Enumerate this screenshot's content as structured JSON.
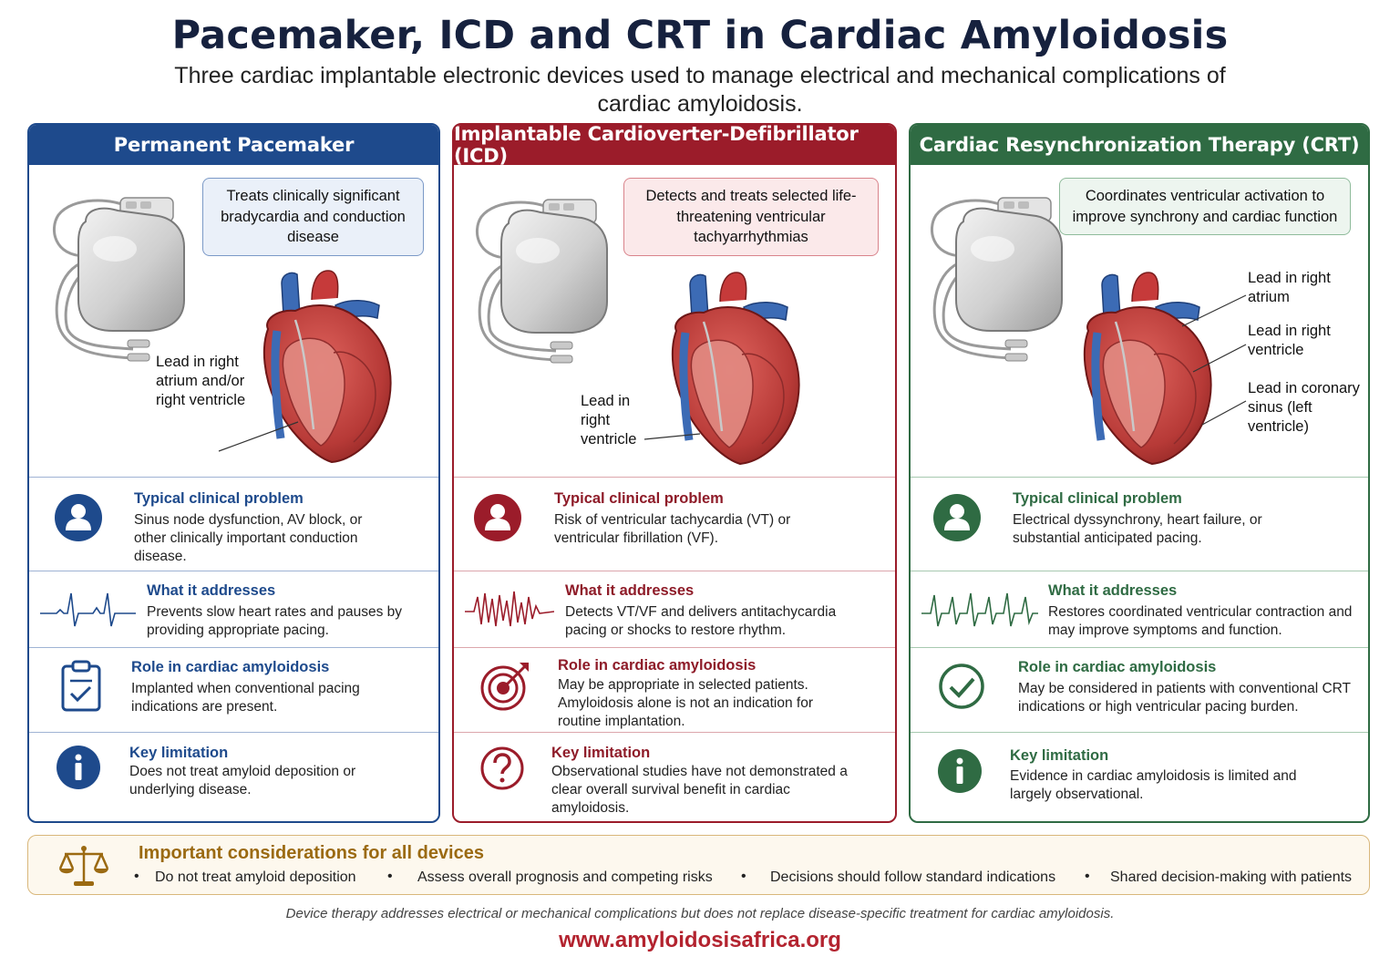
{
  "title": "Pacemaker, ICD and CRT in Cardiac Amyloidosis",
  "subtitle": "Three cardiac implantable electronic devices used to manage electrical and mechanical complications of cardiac amyloidosis.",
  "colors": {
    "pacemaker": "#1e4a8c",
    "icd": "#9b1c2a",
    "crt": "#2f6b43",
    "considerations": "#9b6a12",
    "url": "#b3232f"
  },
  "columns": [
    {
      "header": "Permanent Pacemaker",
      "callout": "Treats clinically significant bradycardia and conduction disease",
      "leads": [
        "Lead in right atrium and/or right ventricle"
      ],
      "sections": [
        {
          "icon": "patient-icon",
          "title": "Typical clinical problem",
          "body": "Sinus node dysfunction, AV block, or other clinically important conduction disease."
        },
        {
          "icon": "ecg-slow-icon",
          "title": "What it addresses",
          "body": "Prevents slow heart rates and pauses by providing appropriate pacing."
        },
        {
          "icon": "clipboard-check-icon",
          "title": "Role in cardiac amyloidosis",
          "body": "Implanted when conventional pacing indications are present."
        },
        {
          "icon": "info-icon",
          "title": "Key limitation",
          "body": "Does not treat amyloid deposition or underlying disease."
        }
      ]
    },
    {
      "header": "Implantable Cardioverter-Defibrillator (ICD)",
      "callout": "Detects and treats selected life-threatening ventricular tachyarrhythmias",
      "leads": [
        "Lead in right ventricle"
      ],
      "sections": [
        {
          "icon": "patient-icon",
          "title": "Typical clinical problem",
          "body": "Risk of ventricular tachycardia (VT) or ventricular fibrillation (VF)."
        },
        {
          "icon": "ecg-fibrillation-icon",
          "title": "What it addresses",
          "body": "Detects VT/VF and delivers antitachycardia pacing or shocks to restore rhythm."
        },
        {
          "icon": "target-icon",
          "title": "Role in cardiac amyloidosis",
          "body": "May be appropriate in selected patients. Amyloidosis alone is not an indication for routine implantation."
        },
        {
          "icon": "question-icon",
          "title": "Key limitation",
          "body": "Observational studies have not demonstrated a clear overall survival benefit in cardiac amyloidosis."
        }
      ]
    },
    {
      "header": "Cardiac Resynchronization Therapy (CRT)",
      "callout": "Coordinates ventricular activation to improve synchrony and cardiac function",
      "leads": [
        "Lead in right atrium",
        "Lead in right ventricle",
        "Lead in coronary sinus (left ventricle)"
      ],
      "sections": [
        {
          "icon": "patient-icon",
          "title": "Typical clinical problem",
          "body": "Electrical dyssynchrony, heart failure, or substantial anticipated pacing."
        },
        {
          "icon": "ecg-paced-icon",
          "title": "What it addresses",
          "body": "Restores coordinated ventricular contraction and may improve symptoms and function."
        },
        {
          "icon": "check-circle-icon",
          "title": "Role in cardiac amyloidosis",
          "body": "May be considered in patients with conventional CRT indications or high ventricular pacing burden."
        },
        {
          "icon": "info-icon",
          "title": "Key limitation",
          "body": "Evidence in cardiac amyloidosis is limited and largely observational."
        }
      ]
    }
  ],
  "considerations": {
    "icon": "scales-icon",
    "title": "Important considerations for all devices",
    "items": [
      "Do not treat amyloid deposition",
      "Assess overall prognosis and competing risks",
      "Decisions should follow standard indications",
      "Shared decision-making with patients"
    ]
  },
  "footnote": "Device therapy addresses electrical or mechanical complications but does not replace disease-specific treatment for cardiac amyloidosis.",
  "url": "www.amyloidosisafrica.org"
}
